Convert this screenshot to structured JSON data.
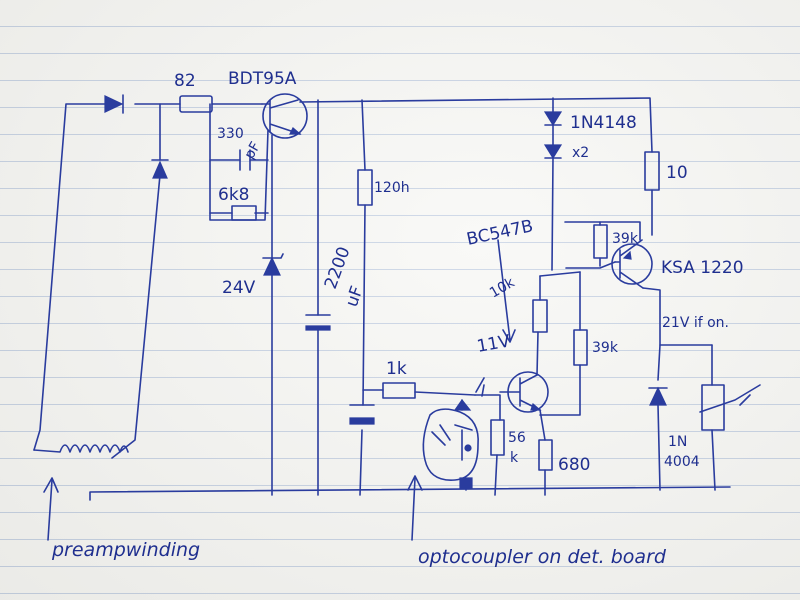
{
  "ink_color": "#2a3c9e",
  "paper_color": "#f6f6f3",
  "rule_color": "#b9c7dd",
  "labels": {
    "r82": "82",
    "bdt": "BDT95A",
    "c330": "330",
    "c330u": "pF",
    "r6k8": "6k8",
    "z24": "24V",
    "c2200": "2200",
    "c2200u": "uF",
    "r120h": "120h",
    "d1n4148": "1N4148",
    "x2": "x2",
    "r10": "10",
    "bc547": "BC547B",
    "r10k": "10k",
    "r39k_top": "39k",
    "ksa": "KSA 1220",
    "r39k_mid": "39k",
    "v11": "11V",
    "r1k": "1k",
    "r56k_a": "56",
    "r56k_b": "k",
    "r680": "680",
    "v21": "21V if on.",
    "d1n4004a": "1N",
    "d1n4004b": "4004",
    "preamp": "preampwinding",
    "opto": "optocoupler on det. board"
  }
}
